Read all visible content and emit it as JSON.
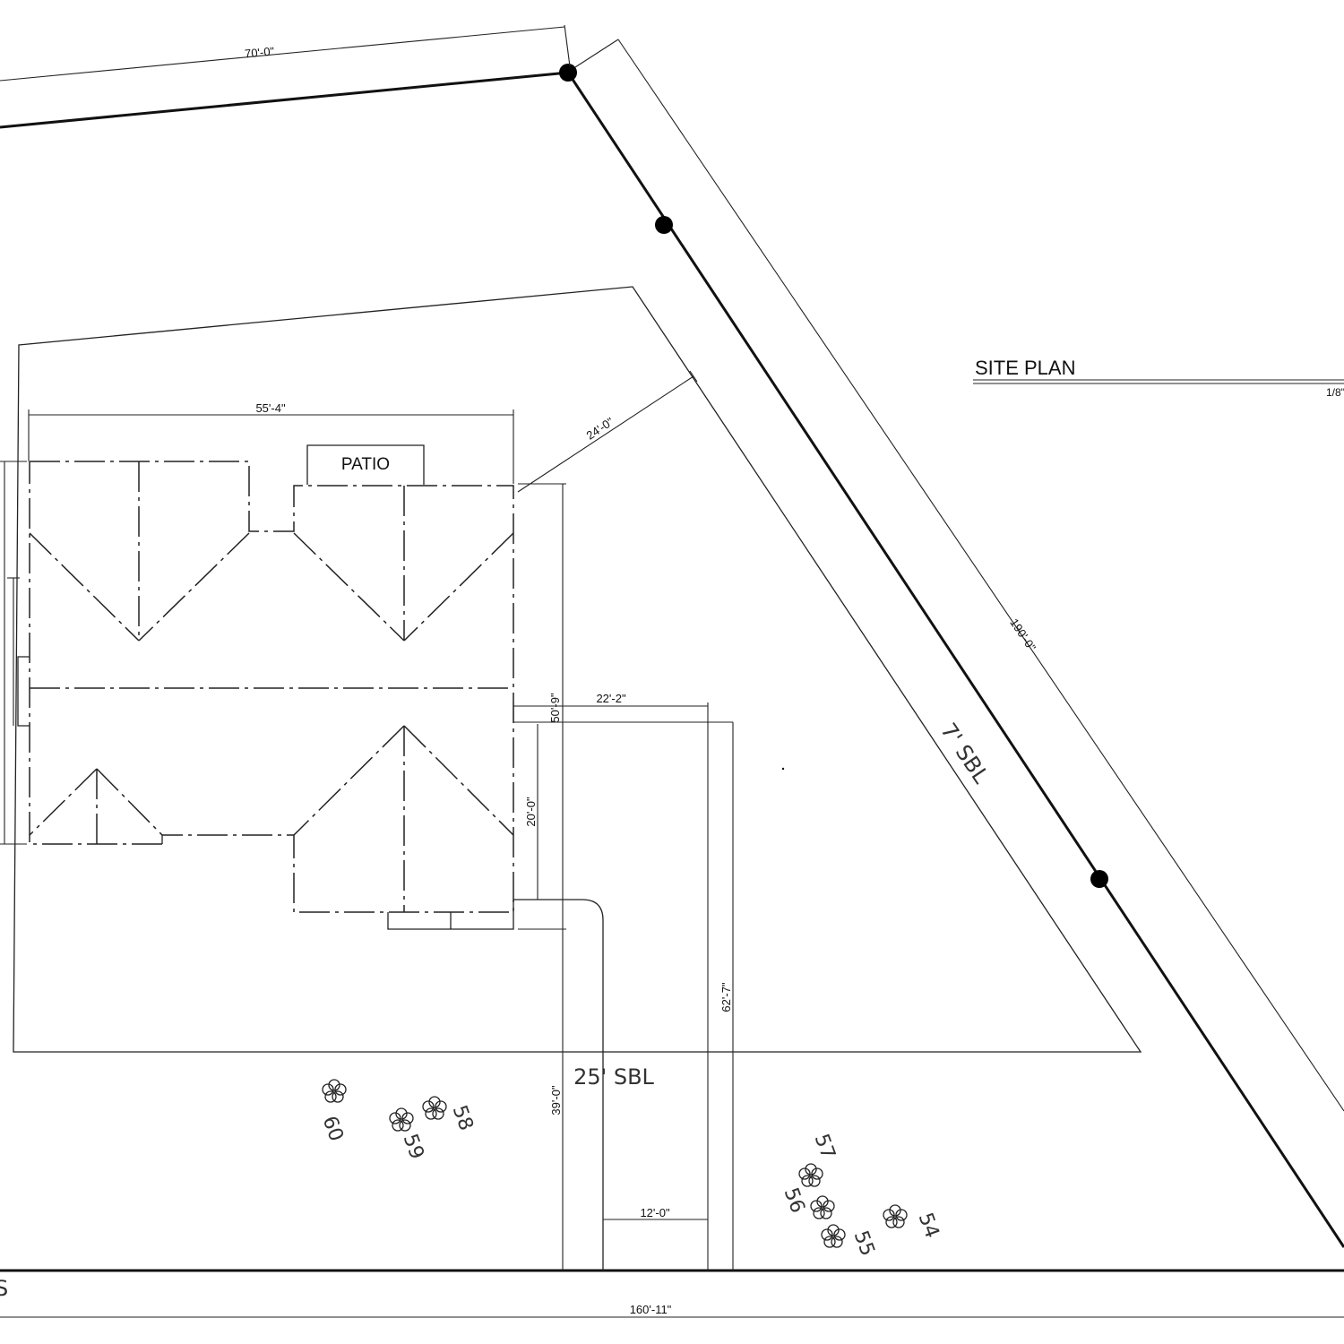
{
  "title": "SITE PLAN",
  "scale_note": "1/8\"",
  "patio_label": "PATIO",
  "setbacks": {
    "side": "7' SBL",
    "front": "25' SBL"
  },
  "dimensions": {
    "top_property": "70'-0\"",
    "house_width": "55'-4\"",
    "side_offset": "24'-0\"",
    "right_property": "190'-0\"",
    "house_depth": "50'-9\"",
    "garage_width": "22'-2\"",
    "garage_depth": "20'-0\"",
    "driveway_length": "62'-7\"",
    "front_setback": "39'-0\"",
    "driveway_width": "12'-0\"",
    "bottom_property": "160'-11\""
  },
  "trees": [
    "54",
    "55",
    "56",
    "57",
    "58",
    "59",
    "60"
  ],
  "corner_text": "S"
}
